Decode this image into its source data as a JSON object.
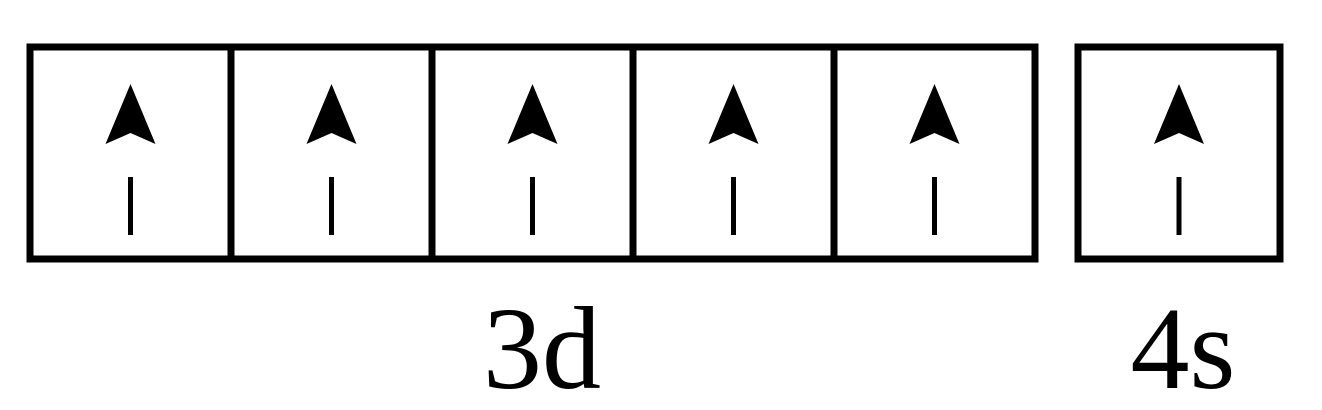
{
  "subshells": [
    {
      "label": "3d",
      "orbitals": [
        "up",
        "up",
        "up",
        "up",
        "up"
      ]
    },
    {
      "label": "4s",
      "orbitals": [
        "up"
      ]
    }
  ],
  "colors": {
    "stroke": "#000000",
    "background": "#ffffff"
  },
  "icons": {
    "electron_up": "up-arrow-icon"
  }
}
